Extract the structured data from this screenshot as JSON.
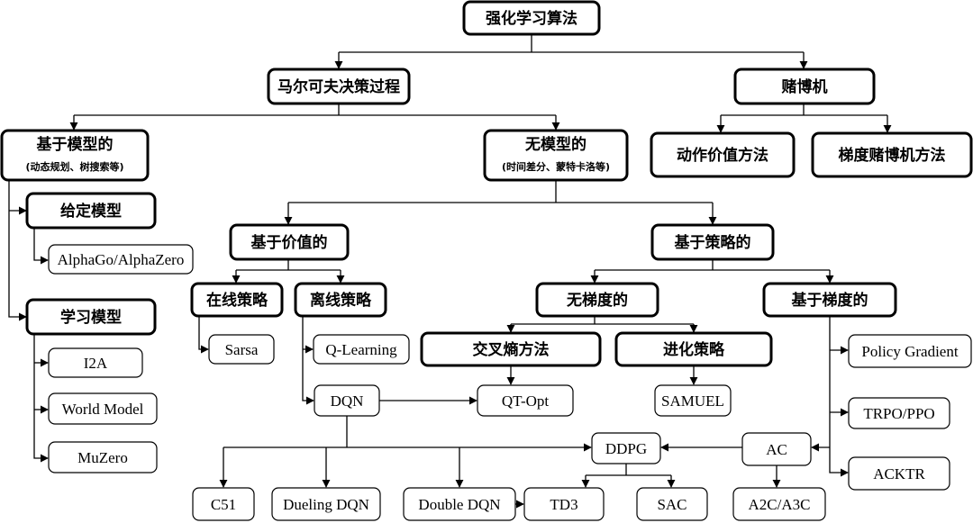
{
  "title": "强化学习算法",
  "nodes": {
    "root": {
      "label": "强化学习算法"
    },
    "mdp": {
      "label": "马尔可夫决策过程"
    },
    "bandit": {
      "label": "赌博机"
    },
    "model_based": {
      "label": "基于模型的",
      "sub": "(动态规划、树搜索等)"
    },
    "model_free": {
      "label": "无模型的",
      "sub": "(时间差分、蒙特卡洛等)"
    },
    "action_value": {
      "label": "动作价值方法"
    },
    "gradient_bandit": {
      "label": "梯度赌博机方法"
    },
    "given_model": {
      "label": "给定模型"
    },
    "alphago": {
      "label": "AlphaGo/AlphaZero"
    },
    "learn_model": {
      "label": "学习模型"
    },
    "i2a": {
      "label": "I2A"
    },
    "world_model": {
      "label": "World Model"
    },
    "muzero": {
      "label": "MuZero"
    },
    "value_based": {
      "label": "基于价值的"
    },
    "policy_based": {
      "label": "基于策略的"
    },
    "on_policy": {
      "label": "在线策略"
    },
    "off_policy": {
      "label": "离线策略"
    },
    "gradient_free": {
      "label": "无梯度的"
    },
    "gradient_based": {
      "label": "基于梯度的"
    },
    "sarsa": {
      "label": "Sarsa"
    },
    "q_learning": {
      "label": "Q-Learning"
    },
    "dqn": {
      "label": "DQN"
    },
    "cross_entropy": {
      "label": "交叉熵方法"
    },
    "evolution": {
      "label": "进化策略"
    },
    "qt_opt": {
      "label": "QT-Opt"
    },
    "samuel": {
      "label": "SAMUEL"
    },
    "policy_gradient": {
      "label": "Policy Gradient"
    },
    "trpo_ppo": {
      "label": "TRPO/PPO"
    },
    "acktr": {
      "label": "ACKTR"
    },
    "ddpg": {
      "label": "DDPG"
    },
    "ac": {
      "label": "AC"
    },
    "c51": {
      "label": "C51"
    },
    "dueling_dqn": {
      "label": "Dueling DQN"
    },
    "double_dqn": {
      "label": "Double DQN"
    },
    "td3": {
      "label": "TD3"
    },
    "sac": {
      "label": "SAC"
    },
    "a2c_a3c": {
      "label": "A2C/A3C"
    }
  }
}
